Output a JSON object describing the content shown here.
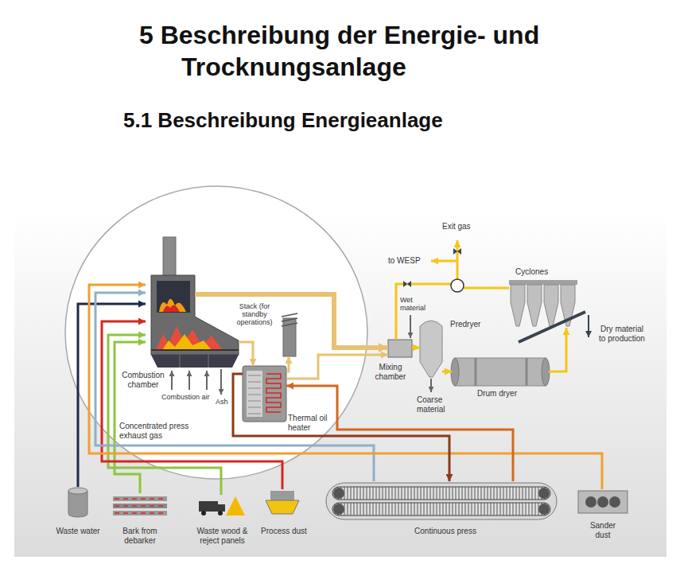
{
  "diagram": {
    "title": "5 Beschreibung der Energie- und Trocknungsanlage",
    "nodes": [
      {
        "text": [
          "Cyclones"
        ]
      },
      {
        "text": [
          "Predryer"
        ]
      },
      {
        "text": [
          "Stack (for standby operations)"
        ]
      },
      {
        "text": [
          "Mixing chamber"
        ]
      },
      {
        "text": [
          "Drum dryer"
        ]
      },
      {
        "text": [
          "Combustion chamber"
        ]
      },
      {
        "text": [
          "Thermal oil heater"
        ]
      },
      {
        "text": [
          "Waste water"
        ]
      },
      {
        "text": [
          "Bark from debarker"
        ]
      },
      {
        "text": [
          "Waste wood & reject panels"
        ]
      },
      {
        "text": [
          "Process dust"
        ]
      },
      {
        "text": [
          "Continuous press"
        ]
      },
      {
        "text": [
          "Sander dust"
        ]
      }
    ],
    "edges": [
      {
        "from": 5,
        "to": 3,
        "arrow": "to"
      },
      {
        "from": 5,
        "to": 6,
        "arrow": "to"
      },
      {
        "from": 6,
        "to": 2,
        "arrow": "to"
      },
      {
        "from": 6,
        "to": 3,
        "arrow": "to"
      },
      {
        "from": 3,
        "to": 1,
        "arrow": "to"
      },
      {
        "from": 1,
        "to": 4,
        "arrow": "to"
      },
      {
        "from": 4,
        "to": 0,
        "arrow": "to"
      },
      {
        "from": 7,
        "to": 5,
        "arrow": "to"
      },
      {
        "from": 8,
        "to": 5,
        "arrow": "to"
      },
      {
        "from": 9,
        "to": 5,
        "arrow": "to"
      },
      {
        "from": 10,
        "to": 5,
        "arrow": "to"
      },
      {
        "from": 11,
        "to": 5,
        "arrow": "to"
      },
      {
        "from": 12,
        "to": 5,
        "arrow": "to"
      },
      {
        "from": 6,
        "to": 11,
        "arrow": "to"
      },
      {
        "from": 11,
        "to": 6,
        "arrow": "to"
      }
    ],
    "labels": [
      "5.1 Beschreibung Energieanlage",
      "Exit gas",
      "to WESP",
      "Wet material",
      "Dry material to production",
      "Coarse material",
      "Combustion air",
      "Ash",
      "Concentrated press exhaust gas"
    ]
  }
}
